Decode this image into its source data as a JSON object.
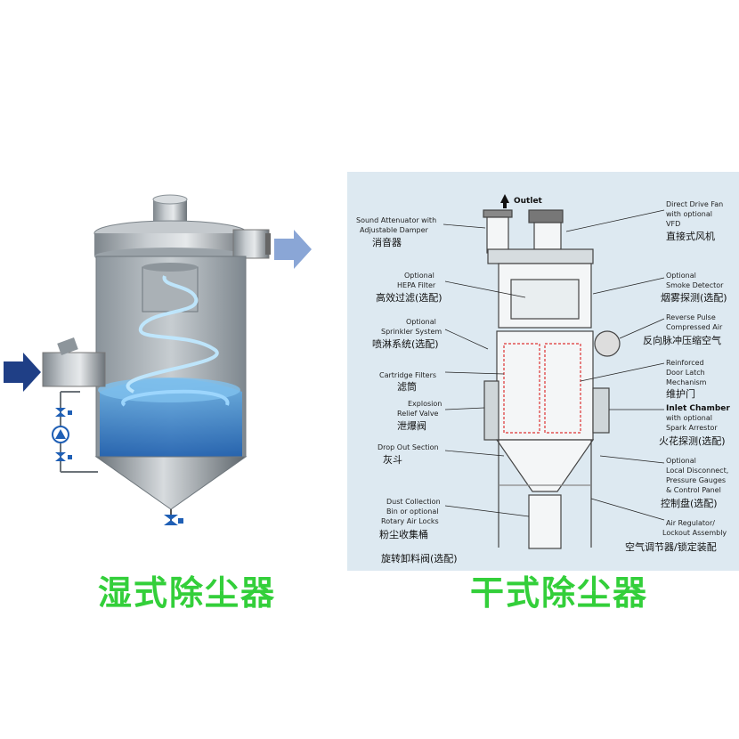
{
  "wet": {
    "caption": "湿式除尘器"
  },
  "dry": {
    "caption": "干式除尘器",
    "outlet": "Outlet",
    "labels": {
      "sound_attenuator_1": "Sound Attenuator with",
      "sound_attenuator_2": "Adjustable Damper",
      "sound_attenuator_zh": "消音器",
      "hepa_1": "Optional",
      "hepa_2": "HEPA Filter",
      "hepa_zh": "高效过滤(选配)",
      "sprinkler_1": "Optional",
      "sprinkler_2": "Sprinkler System",
      "sprinkler_zh": "喷淋系统(选配)",
      "cartridge_1": "Cartridge Filters",
      "cartridge_zh": "滤筒",
      "explosion_1": "Explosion",
      "explosion_2": "Relief Valve",
      "explosion_zh": "泄爆阀",
      "dropout_1": "Drop Out Section",
      "dropout_zh": "灰斗",
      "dust_1": "Dust Collection",
      "dust_2": "Bin or optional",
      "dust_3": "Rotary Air Locks",
      "dust_zh": "粉尘收集桶",
      "rotary_zh": "旋转卸料阀(选配)",
      "fan_1": "Direct Drive Fan",
      "fan_2": "with optional",
      "fan_3": "VFD",
      "fan_zh": "直接式风机",
      "smoke_1": "Optional",
      "smoke_2": "Smoke Detector",
      "smoke_zh": "烟雾探测(选配)",
      "pulse_1": "Reverse Pulse",
      "pulse_2": "Compressed Air",
      "pulse_zh": "反向脉冲压缩空气",
      "door_1": "Reinforced",
      "door_2": "Door Latch",
      "door_3": "Mechanism",
      "door_zh": "维护门",
      "inlet_1": "Inlet Chamber",
      "inlet_2": "with optional",
      "inlet_3": "Spark Arrestor",
      "inlet_zh": "火花探测(选配)",
      "disconnect_1": "Optional",
      "disconnect_2": "Local Disconnect,",
      "disconnect_3": "Pressure Gauges",
      "disconnect_4": "& Control Panel",
      "disconnect_zh": "控制盘(选配)",
      "regulator_1": "Air Regulator/",
      "regulator_2": "Lockout Assembly",
      "regulator_zh": "空气调节器/锁定装配"
    }
  },
  "colors": {
    "caption_green": "#33cf3a",
    "arrow_dark_blue": "#1f3f86",
    "arrow_light_blue": "#8aa6d6",
    "dry_background": "#dde9f1",
    "vessel_gray": "#9aa2a8"
  }
}
